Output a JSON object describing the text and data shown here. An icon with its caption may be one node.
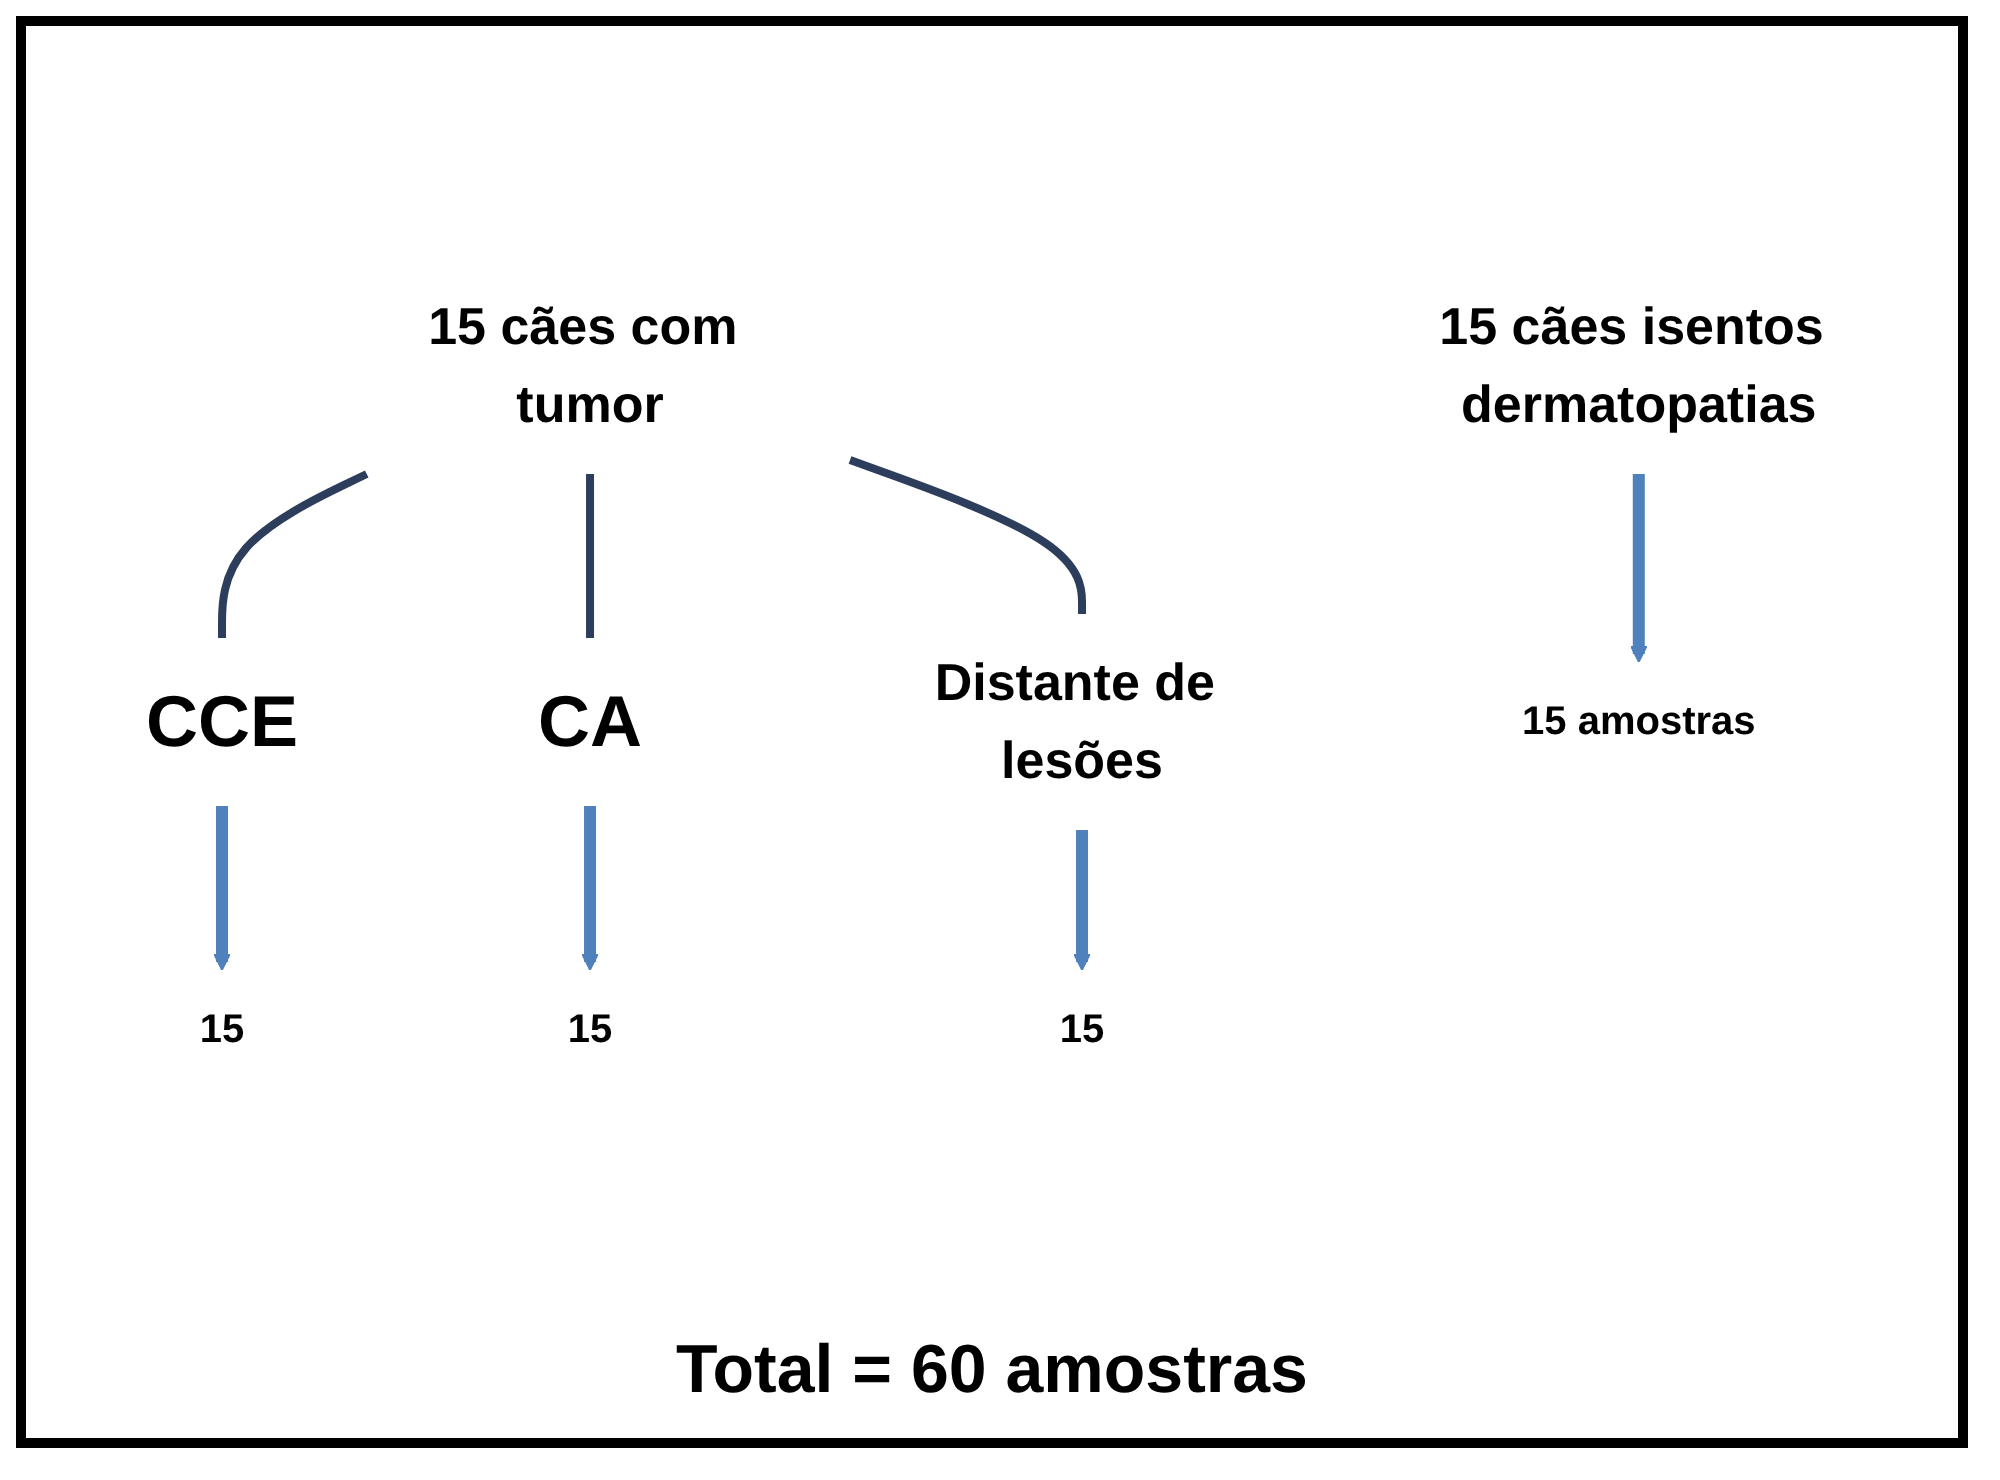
{
  "diagram": {
    "nodes": [
      {
        "text": [
          "15 cães com tumor"
        ]
      },
      {
        "text": [
          "CCE"
        ]
      },
      {
        "text": [
          "CA"
        ]
      },
      {
        "text": [
          "Distante de lesões"
        ]
      },
      {
        "text": [
          "15"
        ]
      },
      {
        "text": [
          "15"
        ]
      },
      {
        "text": [
          "15"
        ]
      },
      {
        "text": [
          "15 cães isentos dermatopatias"
        ]
      },
      {
        "text": [
          "15 amostras"
        ]
      }
    ],
    "edges": [
      {
        "from": 0,
        "to": 1,
        "arrow": "none",
        "color": "#2c3e5c"
      },
      {
        "from": 0,
        "to": 2,
        "arrow": "none",
        "color": "#2c3e5c"
      },
      {
        "from": 0,
        "to": 3,
        "arrow": "none",
        "color": "#2c3e5c"
      },
      {
        "from": 1,
        "to": 4,
        "arrow": "to"
      },
      {
        "from": 2,
        "to": 5,
        "arrow": "to"
      },
      {
        "from": 3,
        "to": 6,
        "arrow": "to"
      },
      {
        "from": 7,
        "to": 8,
        "arrow": "to"
      }
    ],
    "labels": [
      "Total = 60 amostras"
    ]
  }
}
